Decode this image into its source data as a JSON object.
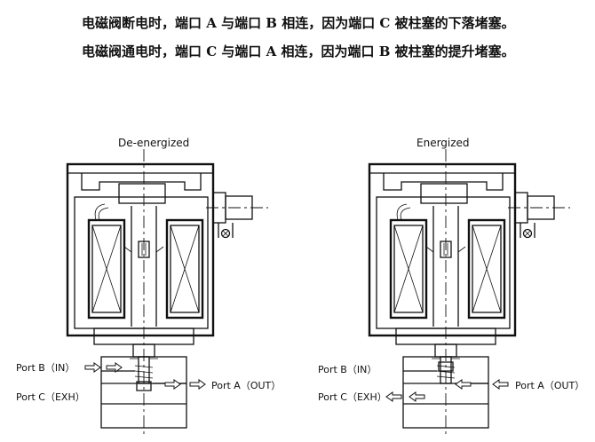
{
  "captions": {
    "line1": "电磁阀断电时，端口 A 与端口 B 相连，因为端口 C 被柱塞的下落堵塞。",
    "line2": "电磁阀通电时，端口 C 与端口 A 相连，因为端口 B 被柱塞的提升堵塞。"
  },
  "left_valve": {
    "state_label": "De-energized",
    "port_b": "Port B（IN）",
    "port_c": "Port C（EXH）",
    "port_a": "Port A（OUT）"
  },
  "right_valve": {
    "state_label": "Energized",
    "port_b": "Port B（IN）",
    "port_c": "Port C（EXH）",
    "port_a": "Port A（OUT）"
  }
}
